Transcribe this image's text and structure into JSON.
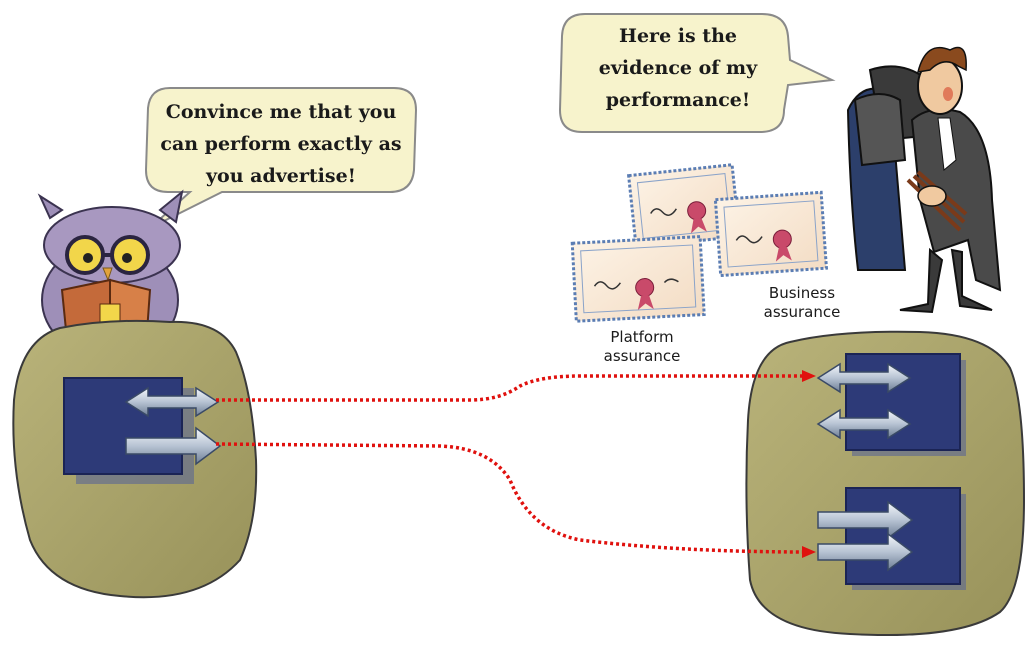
{
  "bubbles": {
    "verifier": {
      "line1": "Convince me that you",
      "line2": "can perform exactly as",
      "line3": "you advertise!"
    },
    "provider": {
      "line1": "Here is the",
      "line2": "evidence of my",
      "line3": "performance!"
    }
  },
  "labels": {
    "business": {
      "line1": "Business",
      "line2": "assurance"
    },
    "platform": {
      "line1": "Platform",
      "line2": "assurance"
    }
  },
  "colors": {
    "bubble_fill": "#f7f3cc",
    "bubble_stroke": "#8a8a8a",
    "blob_fill": "#a8a26a",
    "blob_stroke": "#3a3a3a",
    "box_fill": "#2d3a78",
    "arrow_fill": "#c8d2e0",
    "dotted_line": "#e0110e",
    "certificate_border": "#5b7db3",
    "seal": "#c94a6a"
  }
}
